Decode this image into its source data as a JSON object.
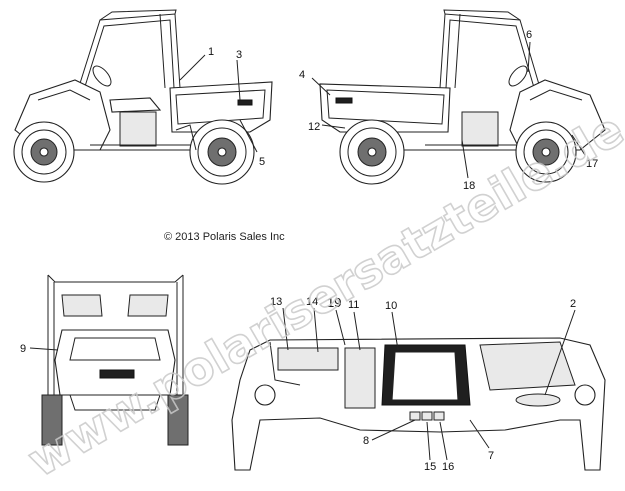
{
  "copyright": "© 2013 Polaris Sales Inc",
  "watermark": "www.polarisersatzteile.de",
  "callouts": [
    "1",
    "2",
    "3",
    "4",
    "5",
    "6",
    "7",
    "8",
    "9",
    "10",
    "11",
    "12",
    "13",
    "14",
    "15",
    "16",
    "17",
    "18",
    "19"
  ],
  "colors": {
    "line": "#222222",
    "watermark": "#c9c9c9",
    "background": "#ffffff"
  }
}
